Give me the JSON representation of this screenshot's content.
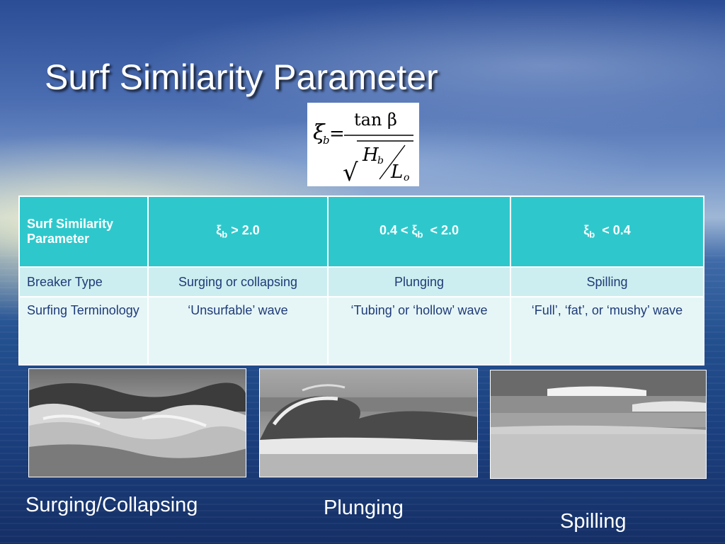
{
  "slide": {
    "title": "Surf Similarity Parameter"
  },
  "formula": {
    "lhs_symbol": "ξ",
    "lhs_subscript": "b",
    "equals": "=",
    "numerator": "tan β",
    "radical": "√",
    "denominator_top": "H",
    "denominator_top_sub": "b",
    "denominator_bottom": "L",
    "denominator_bottom_sub": "o"
  },
  "table": {
    "header": {
      "col0": "Surf Similarity Parameter",
      "col1_symbol": "ξ",
      "col1_sub": "b",
      "col1_rest": " > 2.0",
      "col2_prefix": "0.4 < ξ",
      "col2_sub": "b",
      "col2_rest": "  < 2.0",
      "col3_symbol": "ξ",
      "col3_sub": "b",
      "col3_rest": "  < 0.4"
    },
    "rows": [
      {
        "label": "Breaker Type",
        "c1": "Surging or collapsing",
        "c2": "Plunging",
        "c3": "Spilling"
      },
      {
        "label": "Surfing Terminology",
        "c1": "‘Unsurfable’ wave",
        "c2": "‘Tubing’ or ‘hollow’ wave",
        "c3": "‘Full’, ‘fat’, or ‘mushy’ wave"
      }
    ]
  },
  "photos": [
    {
      "caption": "Surging/Collapsing"
    },
    {
      "caption": "Plunging"
    },
    {
      "caption": "Spilling"
    }
  ]
}
